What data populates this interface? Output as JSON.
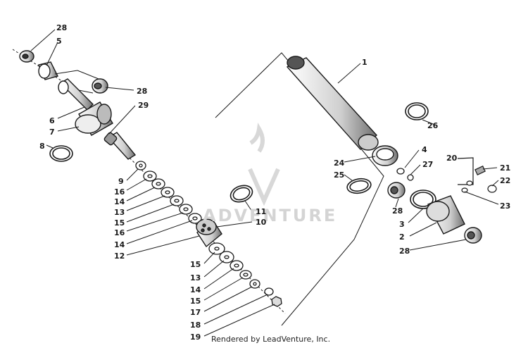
{
  "diagram": {
    "watermark": "ADVENTURE",
    "credit": "Rendered by LeadVenture, Inc.",
    "callouts": [
      "28",
      "5",
      "28",
      "6",
      "29",
      "7",
      "8",
      "9",
      "16",
      "14",
      "13",
      "15",
      "16",
      "14",
      "12",
      "11",
      "10",
      "15",
      "13",
      "14",
      "15",
      "17",
      "18",
      "19",
      "1",
      "26",
      "4",
      "24",
      "27",
      "25",
      "20",
      "21",
      "22",
      "23",
      "28",
      "3",
      "2",
      "28"
    ],
    "colors": {
      "line": "#1a1a1a",
      "fill": "#ffffff",
      "shade": "#9a9a9a",
      "watermark": "#d4d4d4"
    }
  }
}
